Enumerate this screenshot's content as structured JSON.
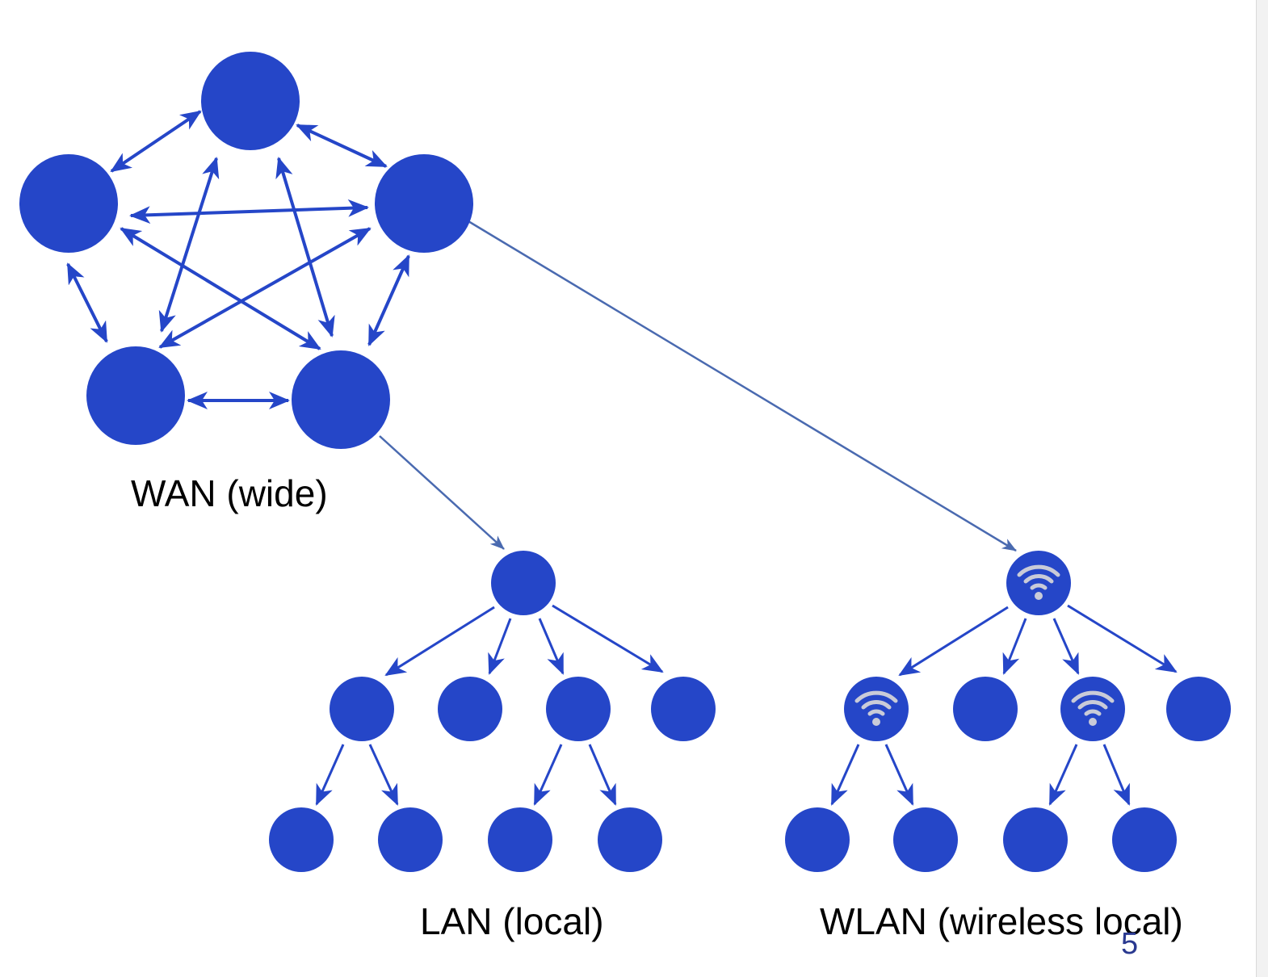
{
  "diagram": {
    "wan_label": "WAN (wide)",
    "lan_label": "LAN (local)",
    "wlan_label": "WLAN (wireless local)",
    "slide_number": "5"
  },
  "colors": {
    "node": "#2546c8",
    "edge": "#2546c8",
    "connector": "#4a6ab0",
    "wifi_icon": "#c9cbd8",
    "slide_number": "#2a3990"
  },
  "icons": {
    "wireless_node": "wifi-icon"
  }
}
